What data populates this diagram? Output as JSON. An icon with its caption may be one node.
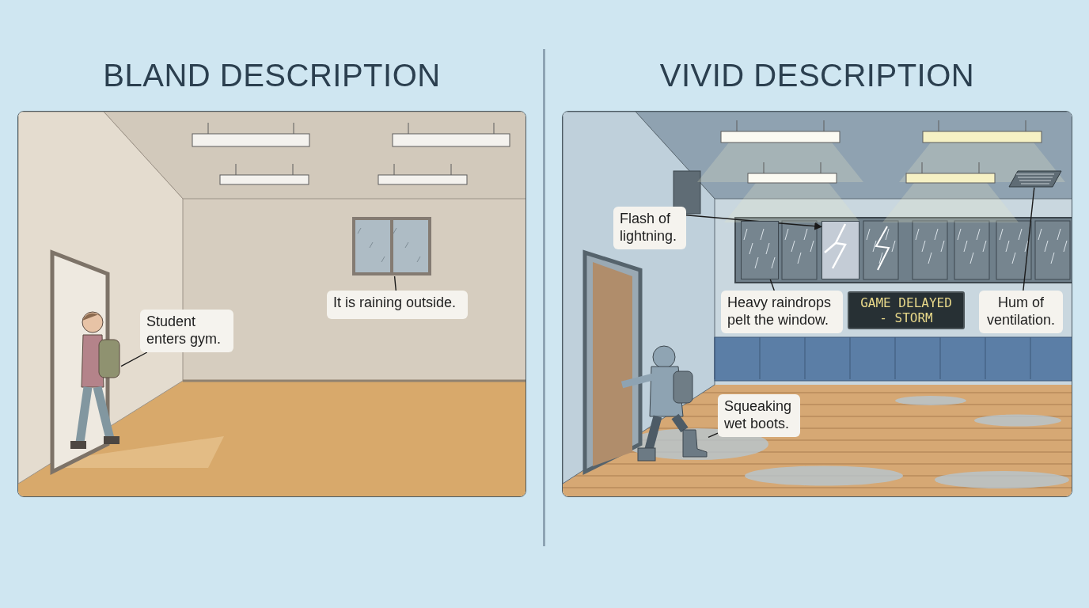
{
  "diagram": {
    "nodes": [
      {
        "text": [
          "BLAND DESCRIPTION"
        ]
      },
      {
        "text": [
          "Student enters gym."
        ],
        "in": 0
      },
      {
        "text": [],
        "shape": "person",
        "in": 0
      },
      {
        "text": [
          "It is raining outside."
        ],
        "in": 0
      },
      {
        "text": [],
        "shape": "picture",
        "in": 0
      },
      {
        "text": [
          "VIVID DESCRIPTION"
        ]
      },
      {
        "text": [
          "Flash of lightning."
        ],
        "in": 5
      },
      {
        "text": [],
        "shape": "picture",
        "in": 5
      },
      {
        "text": [
          "Heavy raindrops pelt the window."
        ],
        "in": 5
      },
      {
        "text": [],
        "shape": "picture",
        "in": 5
      },
      {
        "text": [
          "GAME DELAYED - STORM"
        ],
        "in": 5
      },
      {
        "text": [
          "Hum of ventilation."
        ],
        "in": 5
      },
      {
        "text": [],
        "shape": "picture",
        "in": 5
      },
      {
        "text": [
          "Squeaking wet boots."
        ],
        "in": 5
      },
      {
        "text": [],
        "shape": "picture",
        "in": 5
      }
    ],
    "edges": [
      {
        "from": 1,
        "to": 2,
        "arrow": "none"
      },
      {
        "from": 3,
        "to": 4,
        "arrow": "none"
      },
      {
        "from": 6,
        "to": 7,
        "arrow": "to"
      },
      {
        "from": 8,
        "to": 9,
        "arrow": "none"
      },
      {
        "from": 11,
        "to": 12,
        "arrow": "none"
      },
      {
        "from": 13,
        "to": 14,
        "arrow": "none"
      }
    ]
  }
}
